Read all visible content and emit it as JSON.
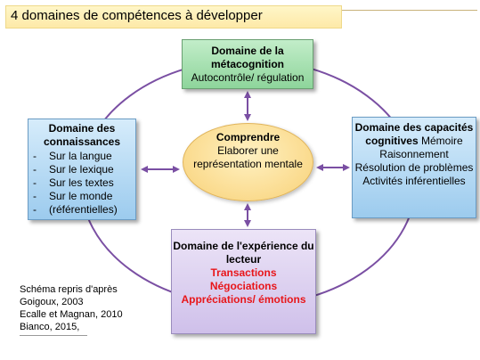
{
  "title": "4 domaines de compétences à développer",
  "metacognition": {
    "heading": "Domaine de la métacognition",
    "text": "Autocontrôle/ régulation"
  },
  "connaissances": {
    "heading": "Domaine des connaissances",
    "items": [
      "Sur la langue",
      "Sur le lexique",
      "Sur les textes",
      "Sur le monde",
      "(référentielles)"
    ]
  },
  "capacites": {
    "heading": "Domaine des capacités cognitives",
    "items": [
      "Mémoire",
      "Raisonnement",
      "Résolution de problèmes",
      "Activités inférentielles"
    ]
  },
  "experience": {
    "heading": "Domaine de l'expérience du lecteur",
    "items": [
      "Transactions",
      "Négociations",
      "Appréciations/ émotions"
    ]
  },
  "center": {
    "heading": "Comprendre",
    "text": "Elaborer une représentation mentale"
  },
  "source": {
    "lines": [
      "Schéma repris d'après",
      "Goigoux, 2003",
      "Ecalle et Magnan, 2010",
      "Bianco, 2015,"
    ]
  },
  "colors": {
    "ring": "#7a4fa3",
    "arrow": "#7a4fa3",
    "highlight": "#e8161a"
  }
}
